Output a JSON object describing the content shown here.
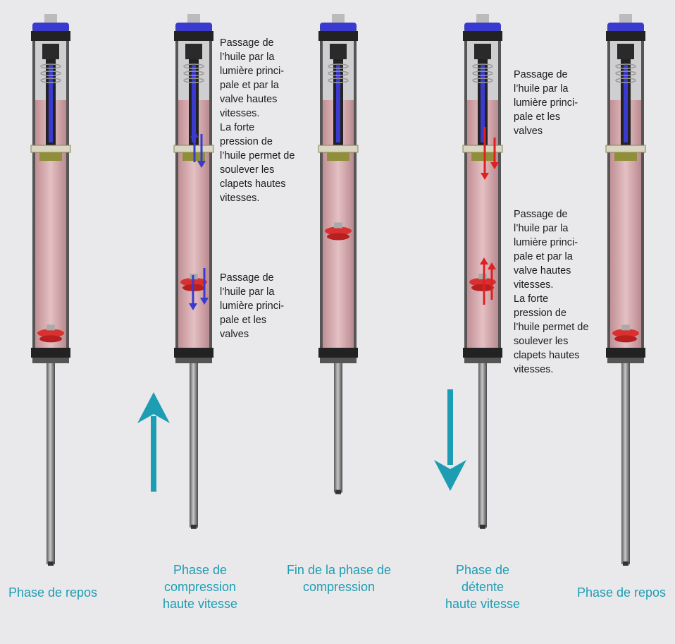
{
  "colors": {
    "accent": "#1d9db3",
    "oil": "#d9a7ac",
    "blue": "#3a3ad0",
    "red": "#e02020"
  },
  "captions": [
    "Phase de repos",
    "Phase de\ncompression\nhaute vitesse",
    "Fin de la phase de\ncompression",
    "Phase de\ndétente\nhaute vitesse",
    "Phase de repos"
  ],
  "notes": {
    "compression_top": "Passage de\nl’huile par la\nlumière princi-\npale et par la\nvalve hautes\nvitesses.\nLa forte\npression de\nl’huile permet de\nsoulever les\nclapets hautes\nvitesses.",
    "compression_bottom": "Passage de\nl’huile par la\nlumière princi-\npale et les\nvalves",
    "detente_top": "Passage de\nl’huile par la\nlumière princi-\npale et les\nvalves",
    "detente_bottom": "Passage de\nl’huile par la\nlumière princi-\npale et par la\nvalve hautes\nvitesses.\nLa forte\npression de\nl’huile permet de\nsoulever les\nclapets hautes\nvitesses."
  },
  "shocks": [
    {
      "phase": "rest",
      "piston_ratio": 0.92,
      "extension": 1.0
    },
    {
      "phase": "compression",
      "piston_ratio": 0.77,
      "extension": 0.64
    },
    {
      "phase": "end-compression",
      "piston_ratio": 0.62,
      "extension": 0.3
    },
    {
      "phase": "rebound",
      "piston_ratio": 0.77,
      "extension": 0.64
    },
    {
      "phase": "rest",
      "piston_ratio": 0.92,
      "extension": 1.0
    }
  ]
}
